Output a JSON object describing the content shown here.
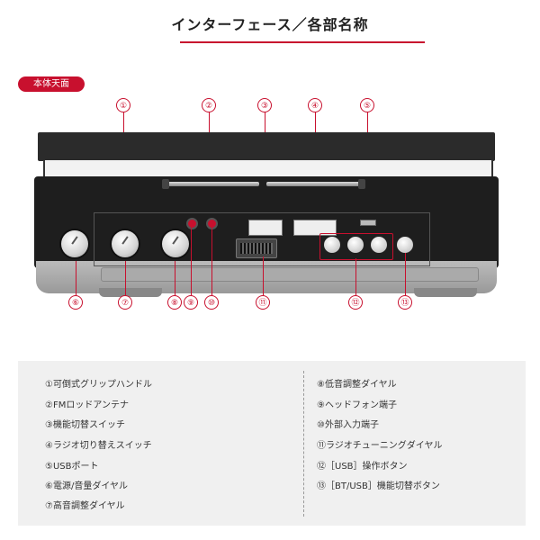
{
  "header": {
    "title": "インターフェース／各部名称"
  },
  "tag": {
    "label": "本体天面"
  },
  "callouts": [
    "①",
    "②",
    "③",
    "④",
    "⑤",
    "⑥",
    "⑦",
    "⑧",
    "⑨",
    "⑩",
    "⑪",
    "⑫",
    "⑬"
  ],
  "legend": {
    "left": [
      "①可倒式グリップハンドル",
      "②FMロッドアンテナ",
      "③機能切替スイッチ",
      "④ラジオ切り替えスイッチ",
      "⑤USBポート",
      "⑥電源/音量ダイヤル",
      "⑦高音調整ダイヤル"
    ],
    "right": [
      "⑧低音調整ダイヤル",
      "⑨ヘッドフォン端子",
      "⑩外部入力端子",
      "⑪ラジオチューニングダイヤル",
      "⑫［USB］操作ボタン",
      "⑬［BT/USB］機能切替ボタン"
    ]
  },
  "colors": {
    "accent": "#c8102e",
    "legend_bg": "#f0f0f0"
  }
}
